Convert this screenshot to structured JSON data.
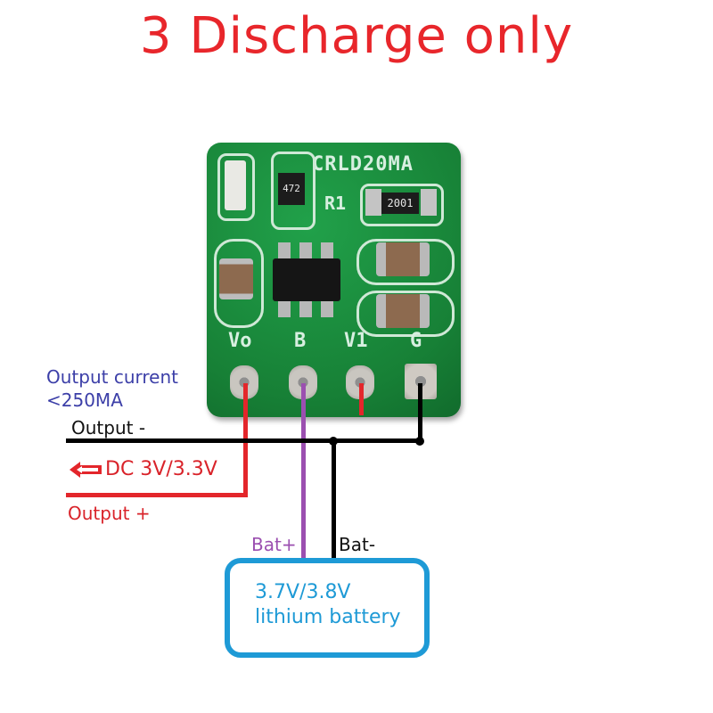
{
  "title": "3 Discharge only",
  "module": {
    "name": "CRLD20MA",
    "resistor_label": "R1",
    "resistor_code": "2001",
    "small_resistor_code": "472",
    "pins": [
      {
        "id": "Vo",
        "label": "Vo"
      },
      {
        "id": "B",
        "label": "B"
      },
      {
        "id": "V1",
        "label": "V1"
      },
      {
        "id": "G",
        "label": "G"
      }
    ]
  },
  "labels": {
    "output_current_line1": "Output current",
    "output_current_line2": "<250MA",
    "output_minus": "Output -",
    "dc_output": "DC 3V/3.3V",
    "output_plus": "Output +",
    "bat_plus": "Bat+",
    "bat_minus": "Bat-"
  },
  "battery": {
    "line1": "3.7V/3.8V",
    "line2": "lithium battery"
  },
  "icons": {
    "output_arrow": "arrow-left-outline-icon"
  },
  "colors": {
    "title": "#e8262b",
    "positive_wire": "#e3262b",
    "negative_wire": "#000000",
    "battery_plus_wire": "#9b4fb0",
    "battery_box": "#1e9ad6",
    "current_text": "#3c3fa8",
    "pcb": "#1b8a3e"
  }
}
